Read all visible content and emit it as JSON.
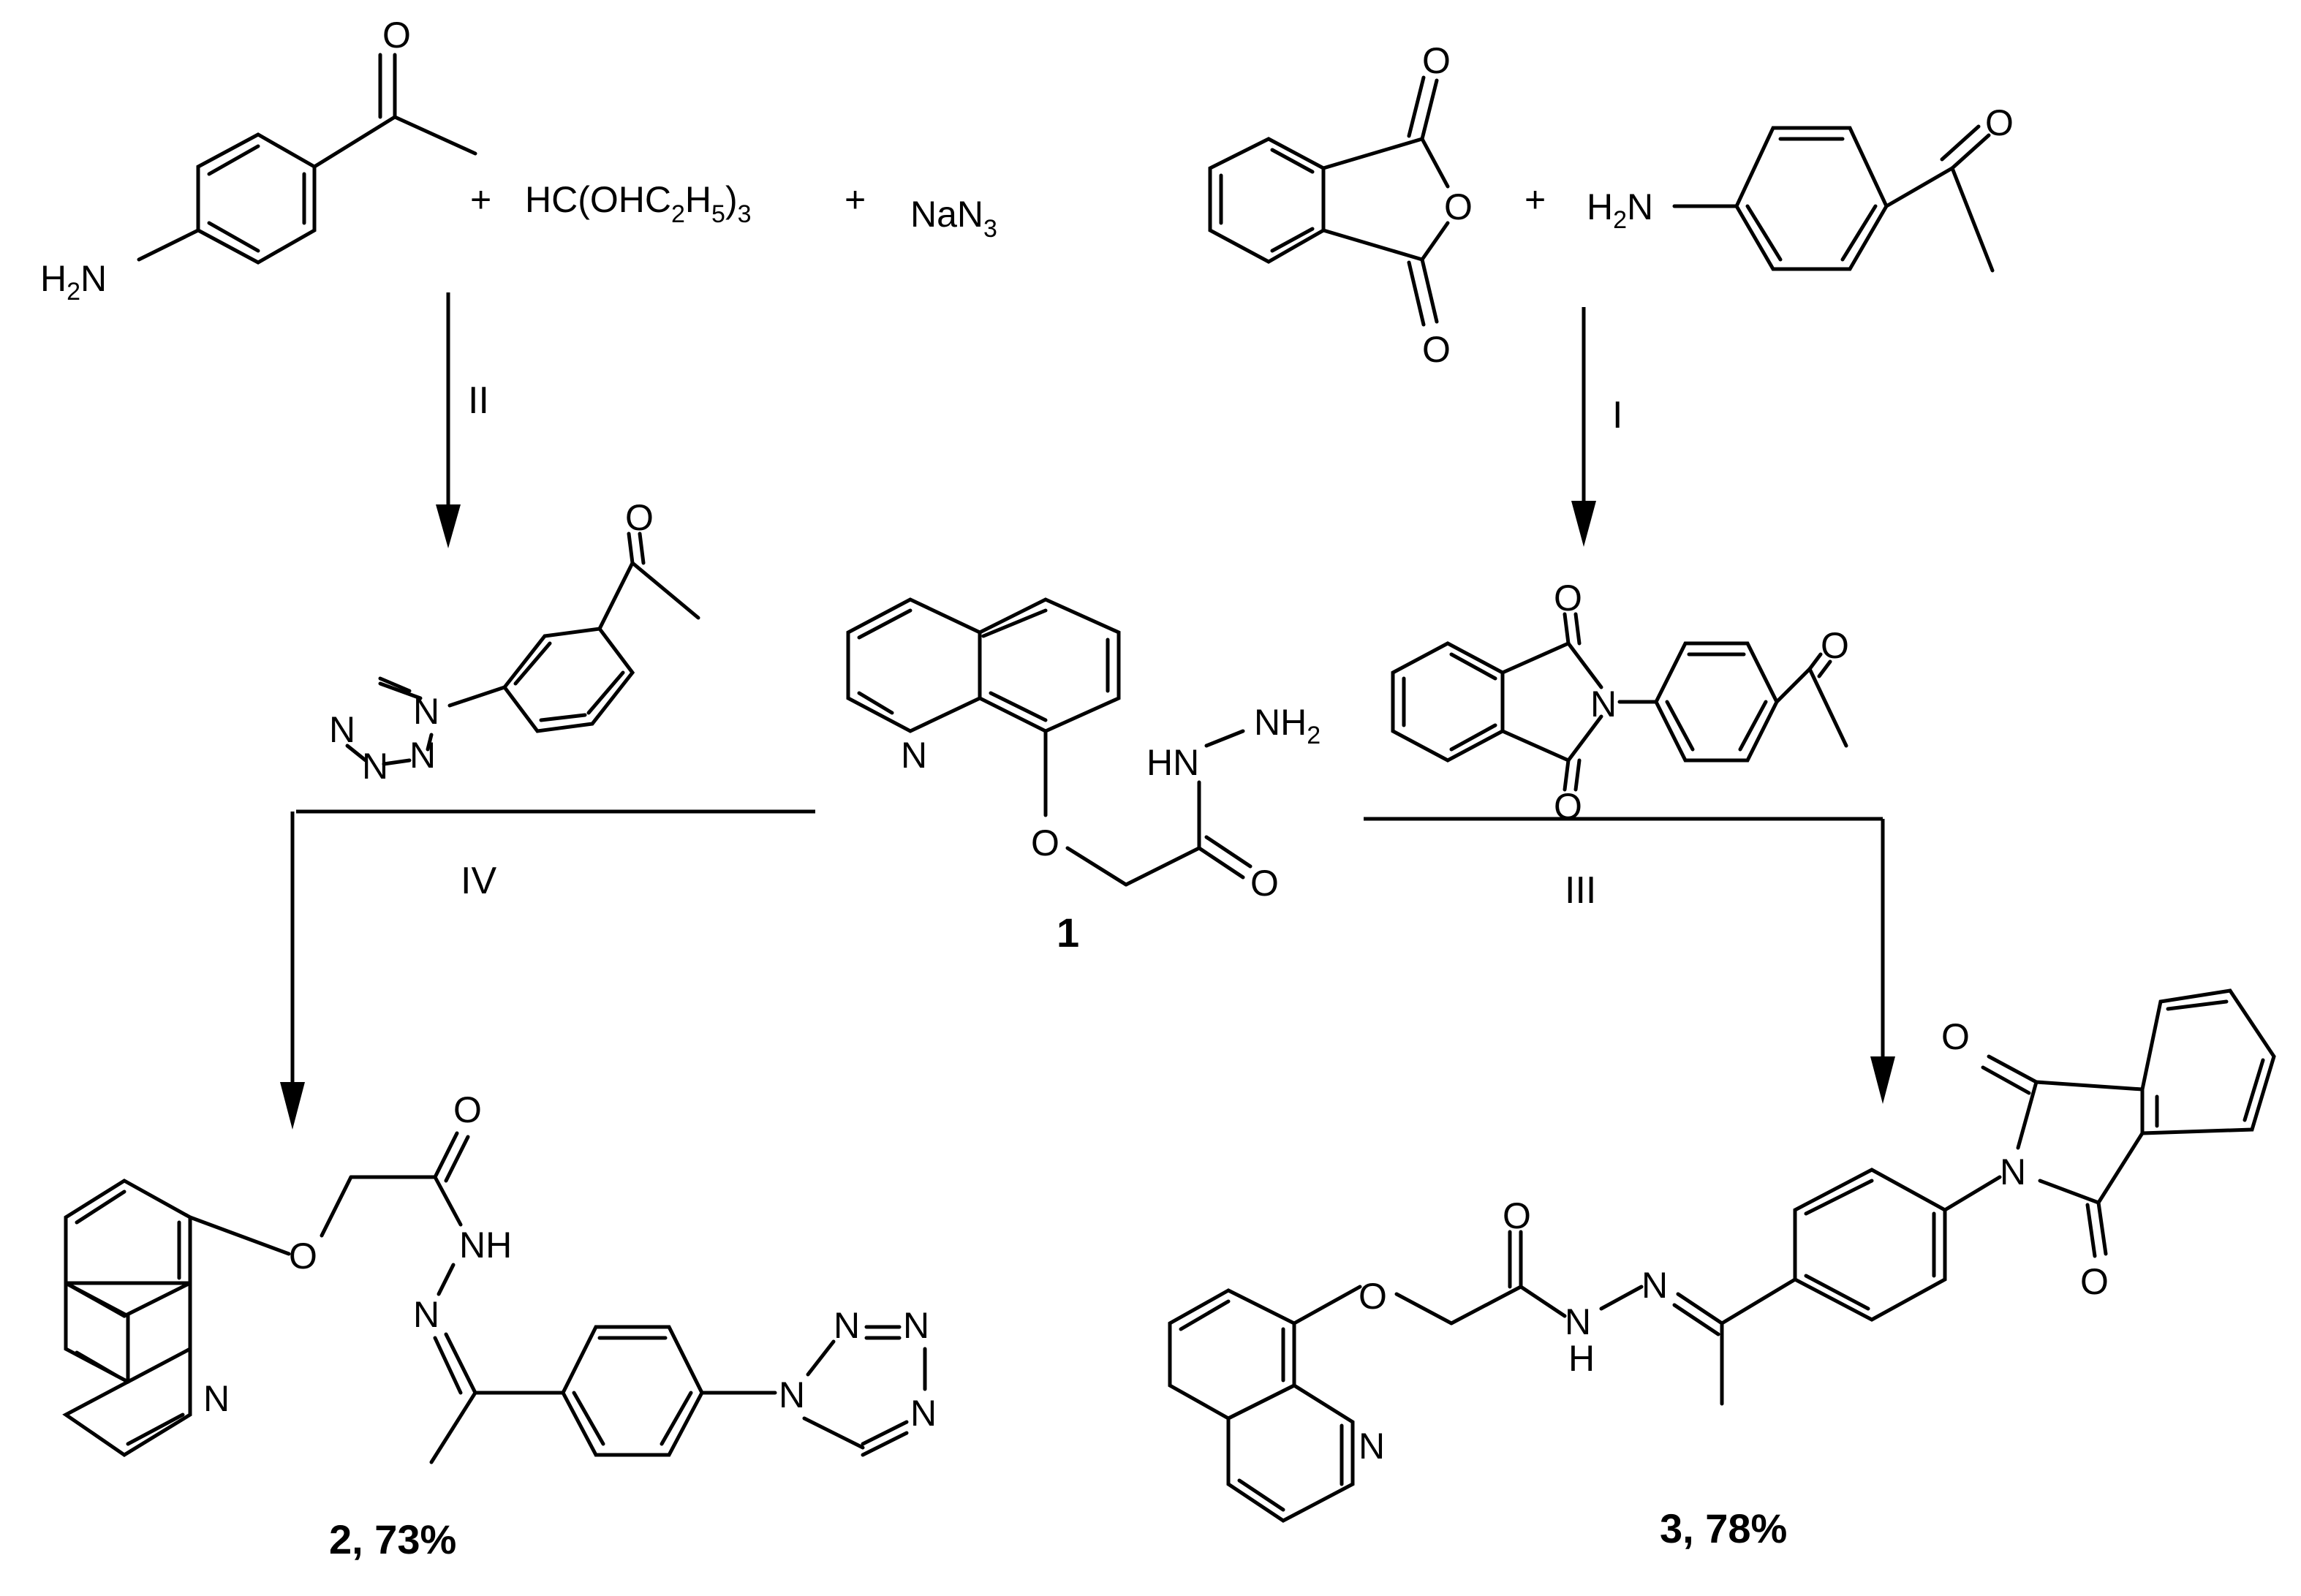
{
  "reagents": {
    "plus": "+",
    "orthoformate": "HC(OHC2H5)3",
    "orthoformate_main": "HC(OHC",
    "orthoformate_sub1": "2",
    "orthoformate_mid": "H",
    "orthoformate_sub2": "5",
    "orthoformate_close": ")",
    "orthoformate_sub3": "3",
    "azide": "NaN",
    "azide_sub": "3"
  },
  "steps": {
    "I": "I",
    "II": "II",
    "III": "III",
    "IV": "IV"
  },
  "atoms": {
    "O": "O",
    "N": "N",
    "NH": "NH",
    "HN": "HN",
    "H": "H",
    "H2N_main": "N",
    "H2N_h": "H",
    "H2N_sub": "2",
    "NH2_main": "NH",
    "NH2_sub": "2"
  },
  "compounds": {
    "c1": "1",
    "c2": "2, 73%",
    "c3": "3, 78%"
  }
}
